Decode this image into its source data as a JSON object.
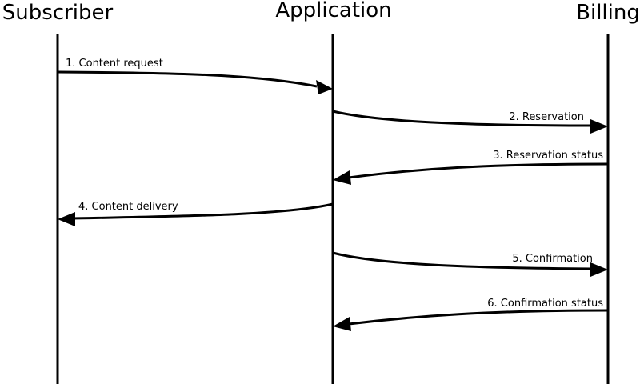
{
  "diagram": {
    "actors": [
      {
        "name": "Subscriber"
      },
      {
        "name": "Application"
      },
      {
        "name": "Billing"
      }
    ],
    "messages": [
      {
        "label": "1. Content request",
        "from": "Subscriber",
        "to": "Application"
      },
      {
        "label": "2. Reservation",
        "from": "Application",
        "to": "Billing"
      },
      {
        "label": "3. Reservation status",
        "from": "Billing",
        "to": "Application"
      },
      {
        "label": "4. Content delivery",
        "from": "Application",
        "to": "Subscriber"
      },
      {
        "label": "5. Confirmation",
        "from": "Application",
        "to": "Billing"
      },
      {
        "label": "6. Confirmation status",
        "from": "Billing",
        "to": "Application"
      }
    ]
  }
}
